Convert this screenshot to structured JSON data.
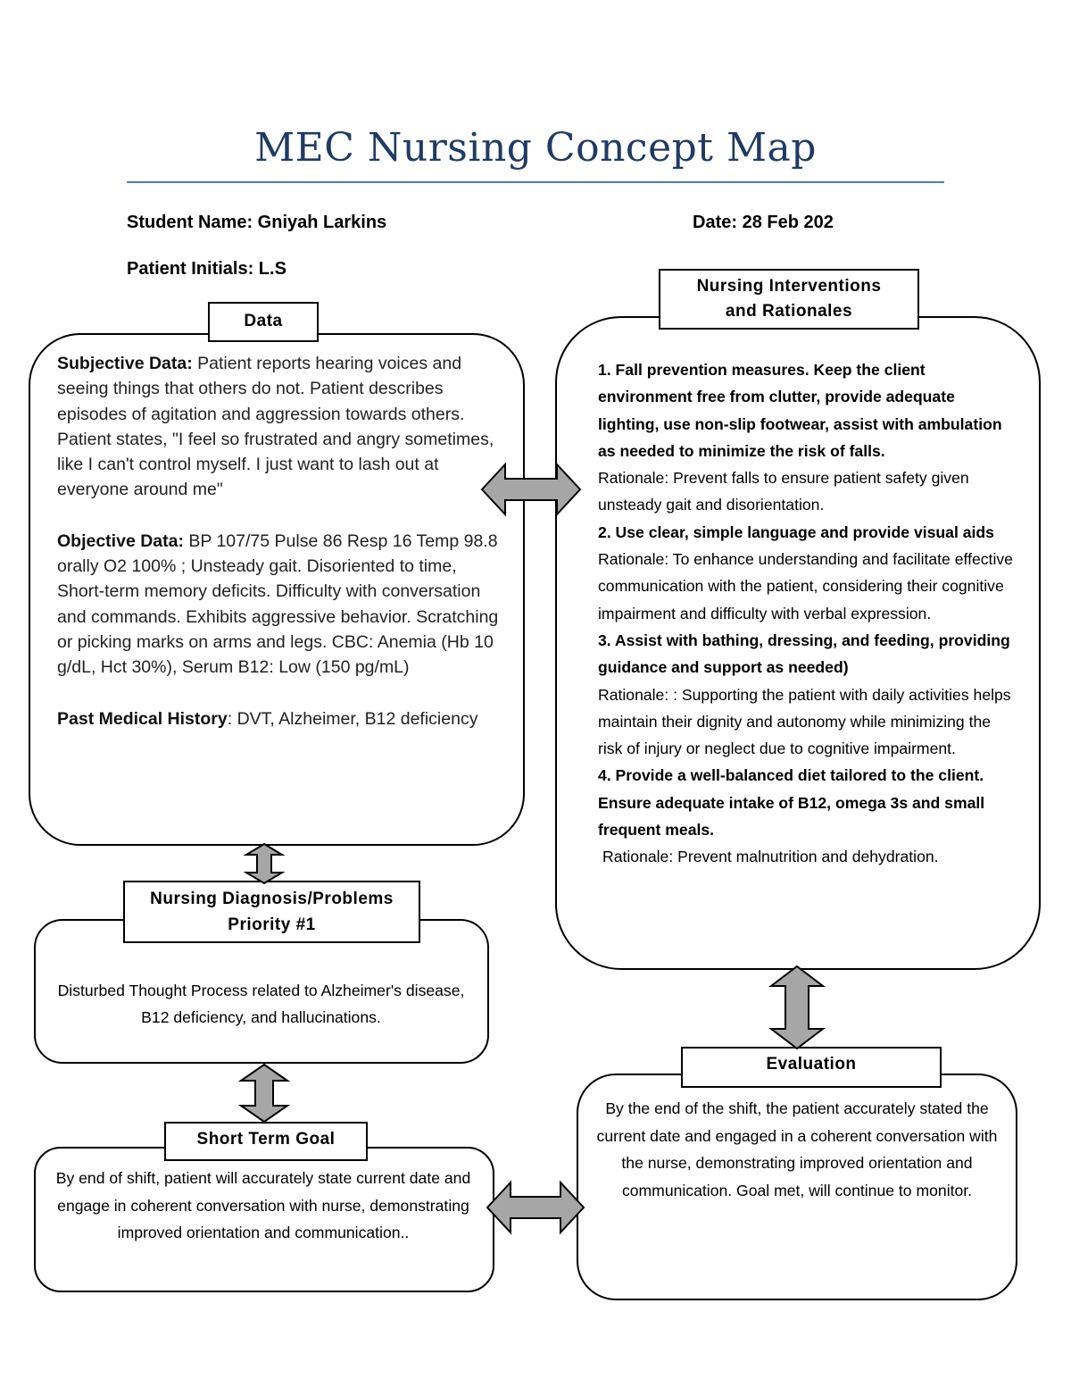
{
  "title": "MEC Nursing Concept Map",
  "header": {
    "student": "Student Name: Gniyah Larkins",
    "date": "Date: 28 Feb 202",
    "patient": "Patient Initials: L.S"
  },
  "data_section": {
    "label": "Data",
    "subjective_label": "Subjective Data:",
    "subjective_text": " Patient reports hearing voices and seeing things that others do not. Patient describes episodes of agitation and aggression towards others. Patient states, \"I feel so frustrated and angry sometimes, like I can't control myself. I just want to lash out at everyone around me\"",
    "objective_label": "Objective Data:",
    "objective_text": " BP 107/75 Pulse 86 Resp 16 Temp 98.8 orally O2 100% ; Unsteady gait. Disoriented to time, Short-term memory deficits. Difficulty with conversation and commands. Exhibits aggressive behavior. Scratching or picking marks on arms and legs. CBC: Anemia (Hb 10 g/dL, Hct 30%), Serum B12: Low (150 pg/mL)",
    "history_label": "Past Medical History",
    "history_text": ": DVT, Alzheimer, B12 deficiency"
  },
  "interventions": {
    "label_line1": "Nursing Interventions",
    "label_line2": "and Rationales",
    "items": [
      {
        "intervention": "1. Fall prevention measures. Keep the client environment free from clutter, provide adequate lighting, use non-slip footwear, assist with ambulation as needed to minimize the risk of falls.",
        "rationale": "Rationale: Prevent falls to ensure patient safety given unsteady gait and disorientation."
      },
      {
        "intervention": "2. Use clear, simple language and provide visual aids",
        "rationale": "Rationale: To enhance understanding and facilitate effective communication with the patient, considering their cognitive impairment and difficulty with verbal expression."
      },
      {
        "intervention": "3. Assist with bathing, dressing, and feeding, providing guidance and support as needed)",
        "rationale": "Rationale: : Supporting the patient with daily activities helps maintain their dignity and autonomy while minimizing the risk of injury or neglect due to cognitive impairment."
      },
      {
        "intervention": "4. Provide a well-balanced diet tailored to the client. Ensure adequate intake of B12, omega 3s and small frequent meals.",
        "rationale": "Rationale: Prevent malnutrition and dehydration."
      }
    ]
  },
  "diagnosis": {
    "label_line1": "Nursing Diagnosis/Problems",
    "label_line2": "Priority #1",
    "text": "Disturbed Thought Process related to Alzheimer's disease, B12 deficiency, and hallucinations."
  },
  "short_term_goal": {
    "label": "Short Term Goal",
    "text": "By end of shift, patient will accurately state current date and engage in coherent conversation with nurse, demonstrating improved orientation and communication.."
  },
  "evaluation": {
    "label": "Evaluation",
    "text": "By the end of the shift, the patient accurately stated the current date and engaged in a coherent conversation with the nurse, demonstrating improved orientation and communication. Goal met, will continue to monitor."
  }
}
